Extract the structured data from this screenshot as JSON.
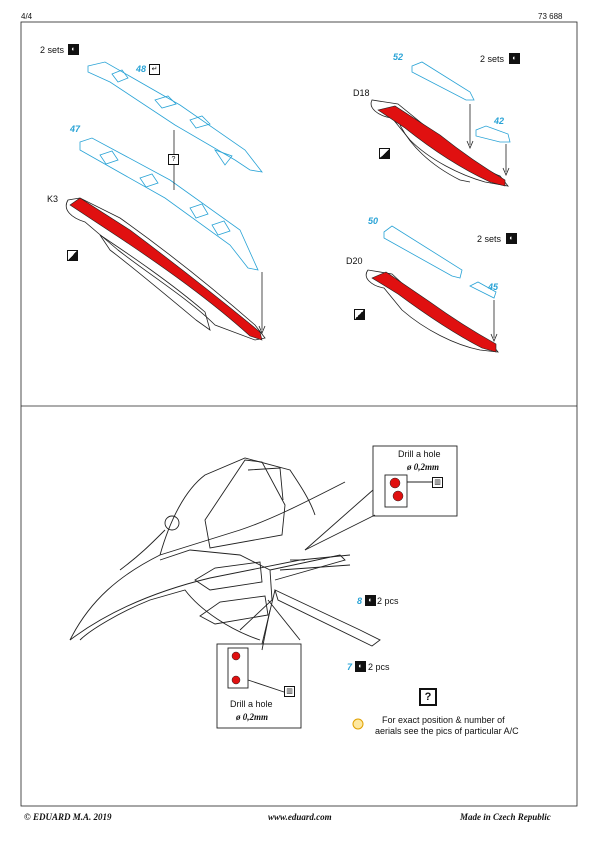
{
  "header": {
    "page": "4/4",
    "catalog": "73 688"
  },
  "top": {
    "sets_a": "2 sets",
    "sets_b": "2 sets",
    "sets_c": "2 sets",
    "parts": {
      "p48": "48",
      "p47": "47",
      "p52": "52",
      "p42": "42",
      "p50": "50",
      "p45": "45"
    },
    "labels": {
      "k3": "K3",
      "d18": "D18",
      "d20": "D20"
    },
    "question": "?"
  },
  "bottom": {
    "drill1": {
      "title": "Drill a hole",
      "size": "ø 0,2mm"
    },
    "drill2": {
      "title": "Drill a hole",
      "size": "ø 0,2mm"
    },
    "p8": "8",
    "p8_qty": "2 pcs",
    "p7": "7",
    "p7_qty": "2 pcs",
    "question": "?",
    "note": "For exact position & number of aerials see the pics of particular A/C",
    "note_line1": "For exact position ",
    "note_line1b": " number of",
    "note_line2": "aerials see the pics of particular A/C"
  },
  "footer": {
    "left": "© EDUARD  M.A. 2019",
    "center": "www.eduard.com",
    "right": "Made in Czech Republic"
  },
  "colors": {
    "accent_blue": "#29a3d6",
    "paint_red": "#e01010",
    "line": "#222222"
  },
  "icons": [
    "bend-symbol",
    "paint-symbol",
    "drill-symbol",
    "note-symbol"
  ]
}
